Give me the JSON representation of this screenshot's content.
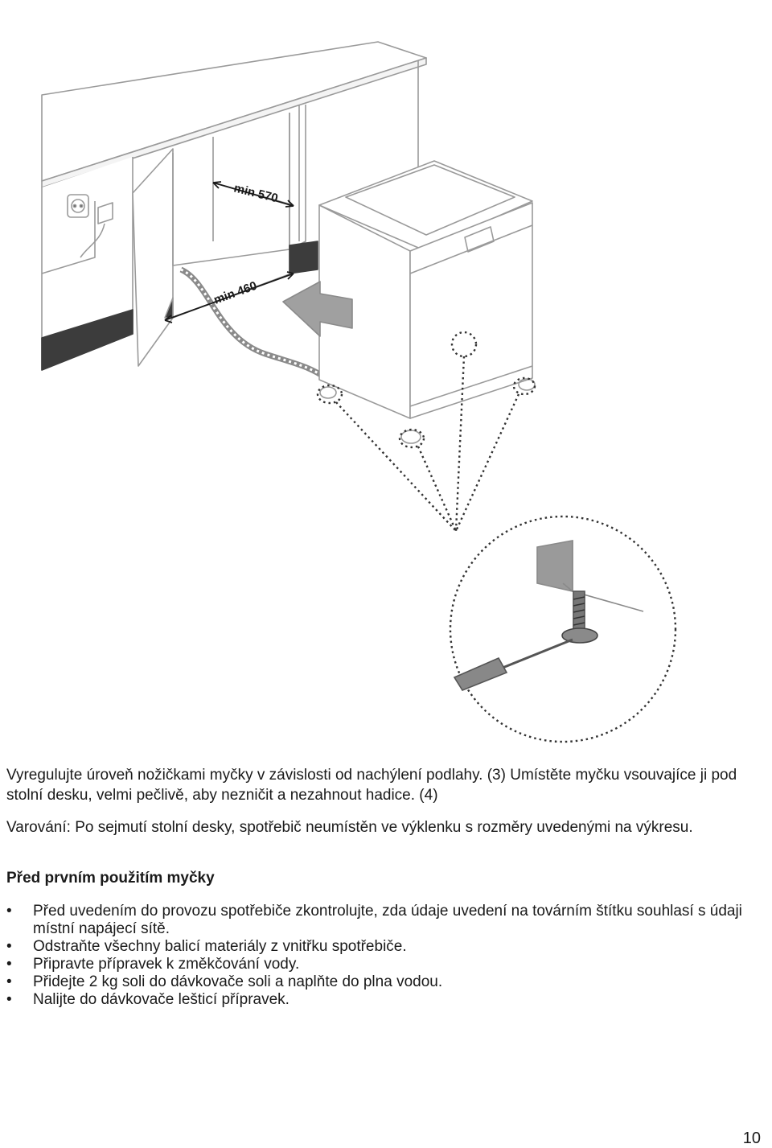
{
  "figure": {
    "label_depth": "min 570",
    "label_width": "min 460"
  },
  "paragraphs": [
    "Vyregulujte úroveň nožičkami myčky v závislosti od nachýlení podlahy. (3) Umístěte myčku vsouvajíce ji pod stolní desku, velmi pečlivě, aby nezničit a nezahnout hadice. (4)",
    "Varování: Po sejmutí stolní desky, spotřebič neumístěn ve výklenku s rozměry uvedenými na výkresu."
  ],
  "heading": "Před prvním použitím myčky",
  "bullets": [
    "Před uvedením do provozu spotřebiče zkontrolujte, zda údaje uvedení na továrním štítku souhlasí s údaji místní napájecí sítě.",
    "Odstraňte všechny balicí materiály z vnitřku spotřebiče.",
    "Připravte přípravek k změkčování vody.",
    "Přidejte 2 kg soli do dávkovače soli a naplňte do plna vodou.",
    "Nalijte do dávkovače lešticí přípravek."
  ],
  "page_number": "10",
  "icons": [
    "power-socket-icon",
    "arrow-icon",
    "screwdriver-icon"
  ]
}
